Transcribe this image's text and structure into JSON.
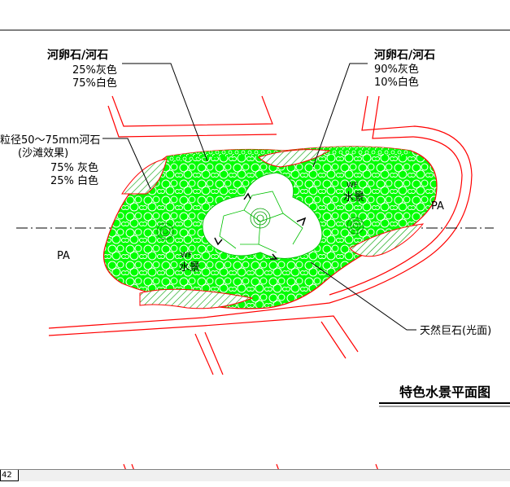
{
  "drawing": {
    "title": "特色水景平面图",
    "labels": {
      "pebble_left": {
        "name": "河卵石/河石",
        "line1": "25%灰色",
        "line2": "75%白色"
      },
      "pebble_right": {
        "name": "河卵石/河石",
        "line1": "90%灰色",
        "line2": "10%白色"
      },
      "gravel": {
        "name": "粒径50～75mm河石",
        "note": "(沙滩效果)",
        "line1": "75%  灰色",
        "line2": "25%  白色"
      },
      "rock": "天然巨石(光面)",
      "pa_left": "PA",
      "pa_right": "PA",
      "wf_left": "WF",
      "water_left": "水景",
      "wf_right": "WF",
      "water_right": "水景"
    }
  },
  "statusbar": {
    "tab_label": "42"
  },
  "colors": {
    "pool": "#00ff00",
    "outline": "#ff0000",
    "hatch": "#00a000",
    "frame": "#000000"
  }
}
